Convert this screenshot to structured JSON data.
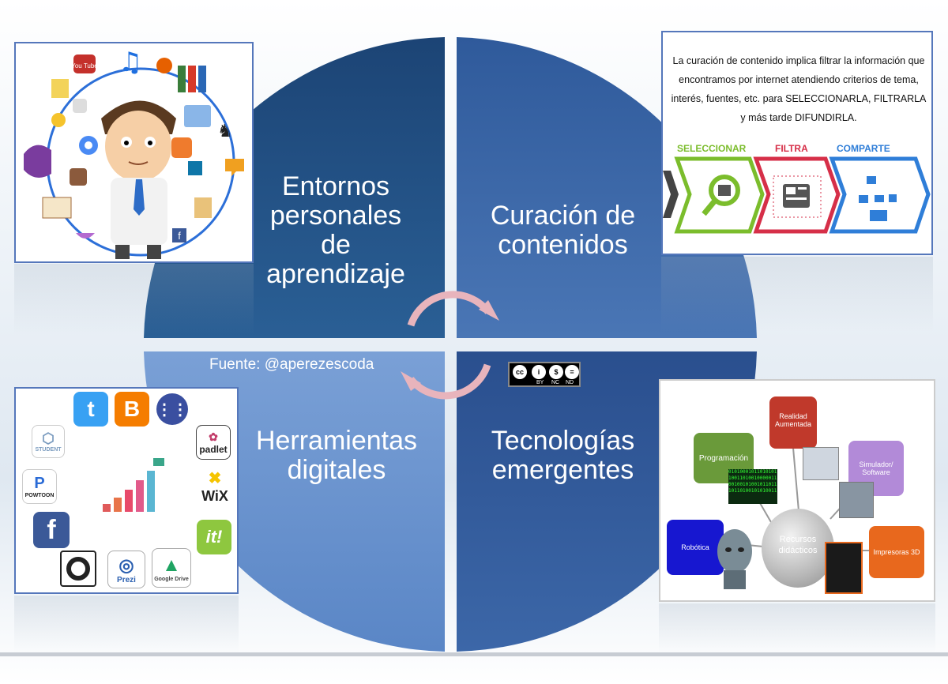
{
  "quadrants": {
    "top_left": "Entornos personales de aprendizaje",
    "top_right": "Curación de contenidos",
    "bottom_left": "Herramientas digitales",
    "bottom_right": "Tecnologías emergentes"
  },
  "source": "Fuente: @aperezescoda",
  "license": {
    "cc": "cc",
    "by": "BY",
    "nc": "NC",
    "nd": "ND"
  },
  "curation_panel": {
    "description": "La curación de contenido implica filtrar la información que encontramos por internet atendiendo criterios de tema, interés, fuentes, etc. para SELECCIONARLA, FILTRARLA y más tarde DIFUNDIRLA.",
    "steps": [
      "SELECCIONAR",
      "FILTRA",
      "COMPARTE"
    ]
  },
  "ple_panel": {
    "apps": [
      "You Tube"
    ]
  },
  "tools_panel": {
    "labels": [
      "STUDENT",
      "padlet",
      "POWTOON",
      "WiX",
      "it!",
      "Prezi",
      "Google Drive",
      "f"
    ]
  },
  "tech_panel": {
    "center": "Recursos didácticos",
    "nodes": [
      "Realidad Aumentada",
      "Programación",
      "Simulador/ Software",
      "Robótica",
      "Impresoras  3D"
    ],
    "code": "01010001011010101 10011010010000011 00100101001011011 10110100101010011"
  },
  "colors": {
    "top_left": "#1f4e79",
    "top_right": "#3a66a8",
    "bottom_left": "#6f95cf",
    "bottom_right": "#2e5596",
    "arrow": "#e8b4bc"
  }
}
